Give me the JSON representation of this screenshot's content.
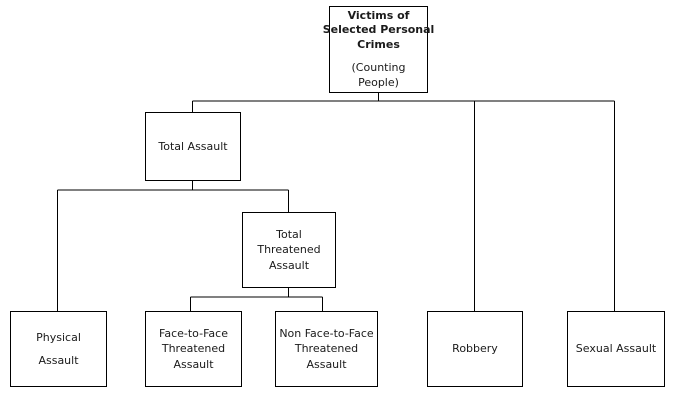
{
  "diagram": {
    "type": "hierarchy-tree",
    "title": "Victims of Selected Personal Crimes",
    "line_color": "#000000",
    "box_fill": "#ffffff",
    "text_color": "#1a1a1a",
    "nodes": {
      "root": {
        "title_lines": [
          "Victims of",
          "Selected Personal",
          "Crimes"
        ],
        "subtitle_lines": [
          "(Counting",
          "People)"
        ],
        "title_line_1": "Victims of",
        "title_line_2": "Selected Personal",
        "title_line_3": "Crimes",
        "subtitle_line_1": "(Counting",
        "subtitle_line_2": "People)"
      },
      "total_assault": {
        "line_1": "Total Assault"
      },
      "total_threatened_assault": {
        "line_1": "Total",
        "line_2": "Threatened",
        "line_3": "Assault"
      },
      "physical_assault": {
        "line_1": "Physical",
        "line_2": "Assault"
      },
      "face_to_face_threatened_assault": {
        "line_1": "Face-to-Face",
        "line_2": "Threatened",
        "line_3": "Assault"
      },
      "non_face_to_face_threatened_assault": {
        "line_1": "Non Face-to-Face",
        "line_2": "Threatened",
        "line_3": "Assault"
      },
      "robbery": {
        "line_1": "Robbery"
      },
      "sexual_assault": {
        "line_1": "Sexual Assault"
      }
    },
    "edges": [
      {
        "from": "root",
        "to": "total_assault"
      },
      {
        "from": "root",
        "to": "robbery"
      },
      {
        "from": "root",
        "to": "sexual_assault"
      },
      {
        "from": "total_assault",
        "to": "physical_assault"
      },
      {
        "from": "total_assault",
        "to": "total_threatened_assault"
      },
      {
        "from": "total_threatened_assault",
        "to": "face_to_face_threatened_assault"
      },
      {
        "from": "total_threatened_assault",
        "to": "non_face_to_face_threatened_assault"
      }
    ]
  }
}
